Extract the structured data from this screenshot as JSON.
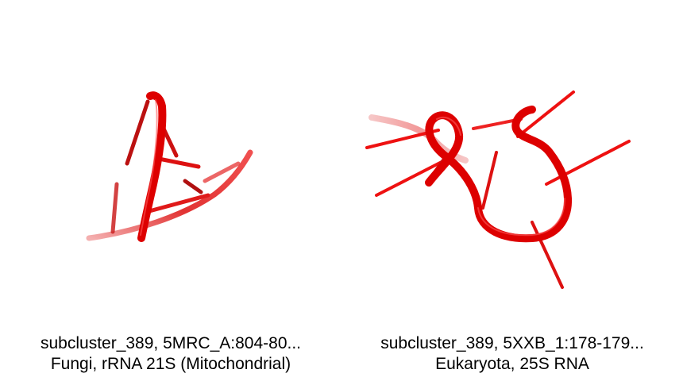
{
  "colors": {
    "backbone": "#dd0000",
    "bases": "#ee1111",
    "faded": "#f1a0a0",
    "background": "#ffffff"
  },
  "panels": [
    {
      "title": "subcluster_389, 5MRC_A:804-80...",
      "subtitle": "Fungi, rRNA 21S (Mitochondrial)"
    },
    {
      "title": "subcluster_389, 5XXB_1:178-179...",
      "subtitle": "Eukaryota, 25S RNA"
    }
  ]
}
